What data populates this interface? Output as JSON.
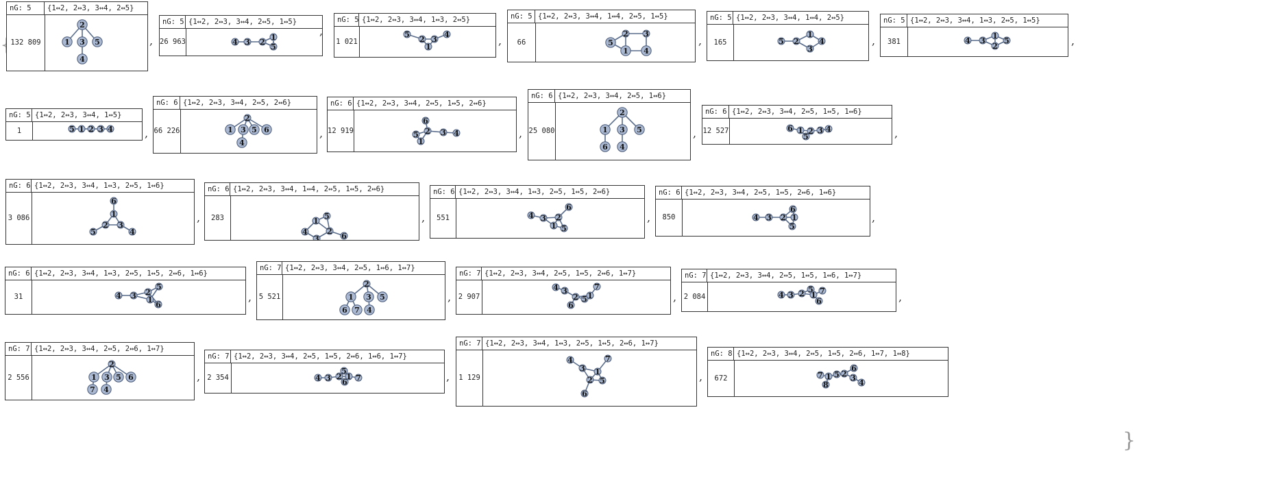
{
  "colors": {
    "node_fill": "#aab9d1",
    "node_stroke": "#4a5a78",
    "edge": "#5a6d8c",
    "text": "#111111"
  },
  "ng_prefix": "nG:",
  "separator": ",",
  "panels": [
    {
      "ng": "5",
      "edges": "{1↔2, 2↔3, 3↔4, 2↔5}",
      "count": "132809"
    },
    {
      "ng": "5",
      "edges": "{1↔2, 2↔3, 3↔4, 2↔5, 1↔5}",
      "count": "26963"
    },
    {
      "ng": "5",
      "edges": "{1↔2, 2↔3, 3↔4, 1↔3, 2↔5}",
      "count": "1021"
    },
    {
      "ng": "5",
      "edges": "{1↔2, 2↔3, 3↔4, 1↔4, 2↔5, 1↔5}",
      "count": "66"
    },
    {
      "ng": "5",
      "edges": "{1↔2, 2↔3, 3↔4, 1↔4, 2↔5}",
      "count": "165"
    },
    {
      "ng": "5",
      "edges": "{1↔2, 2↔3, 3↔4, 1↔3, 2↔5, 1↔5}",
      "count": "381"
    },
    {
      "ng": "5",
      "edges": "{1↔2, 2↔3, 3↔4, 1↔5}",
      "count": "1"
    },
    {
      "ng": "6",
      "edges": "{1↔2, 2↔3, 3↔4, 2↔5, 2↔6}",
      "count": "66226"
    },
    {
      "ng": "6",
      "edges": "{1↔2, 2↔3, 3↔4, 2↔5, 1↔5, 2↔6}",
      "count": "12919"
    },
    {
      "ng": "6",
      "edges": "{1↔2, 2↔3, 3↔4, 2↔5, 1↔6}",
      "count": "25080"
    },
    {
      "ng": "6",
      "edges": "{1↔2, 2↔3, 3↔4, 2↔5, 1↔5, 1↔6}",
      "count": "12527"
    },
    {
      "ng": "6",
      "edges": "{1↔2, 2↔3, 3↔4, 1↔3, 2↔5, 1↔6}",
      "count": "3086"
    },
    {
      "ng": "6",
      "edges": "{1↔2, 2↔3, 3↔4, 1↔4, 2↔5, 1↔5, 2↔6}",
      "count": "283"
    },
    {
      "ng": "6",
      "edges": "{1↔2, 2↔3, 3↔4, 1↔3, 2↔5, 1↔5, 2↔6}",
      "count": "551"
    },
    {
      "ng": "6",
      "edges": "{1↔2, 2↔3, 3↔4, 2↔5, 1↔5, 2↔6, 1↔6}",
      "count": "850"
    },
    {
      "ng": "6",
      "edges": "{1↔2, 2↔3, 3↔4, 1↔3, 2↔5, 1↔5, 2↔6, 1↔6}",
      "count": "31"
    },
    {
      "ng": "7",
      "edges": "{1↔2, 2↔3, 3↔4, 2↔5, 1↔6, 1↔7}",
      "count": "5521"
    },
    {
      "ng": "7",
      "edges": "{1↔2, 2↔3, 3↔4, 2↔5, 1↔5, 2↔6, 1↔7}",
      "count": "2907"
    },
    {
      "ng": "7",
      "edges": "{1↔2, 2↔3, 3↔4, 2↔5, 1↔5, 1↔6, 1↔7}",
      "count": "2084"
    },
    {
      "ng": "7",
      "edges": "{1↔2, 2↔3, 3↔4, 2↔5, 2↔6, 1↔7}",
      "count": "2556"
    },
    {
      "ng": "7",
      "edges": "{1↔2, 2↔3, 3↔4, 2↔5, 1↔5, 2↔6, 1↔6, 1↔7}",
      "count": "2354"
    },
    {
      "ng": "7",
      "edges": "{1↔2, 2↔3, 3↔4, 1↔3, 2↔5, 1↔5, 2↔6, 1↔7}",
      "count": "1129"
    },
    {
      "ng": "8",
      "edges": "{1↔2, 2↔3, 3↔4, 2↔5, 1↔5, 2↔6, 1↔7, 1↔8}",
      "count": "672"
    }
  ]
}
